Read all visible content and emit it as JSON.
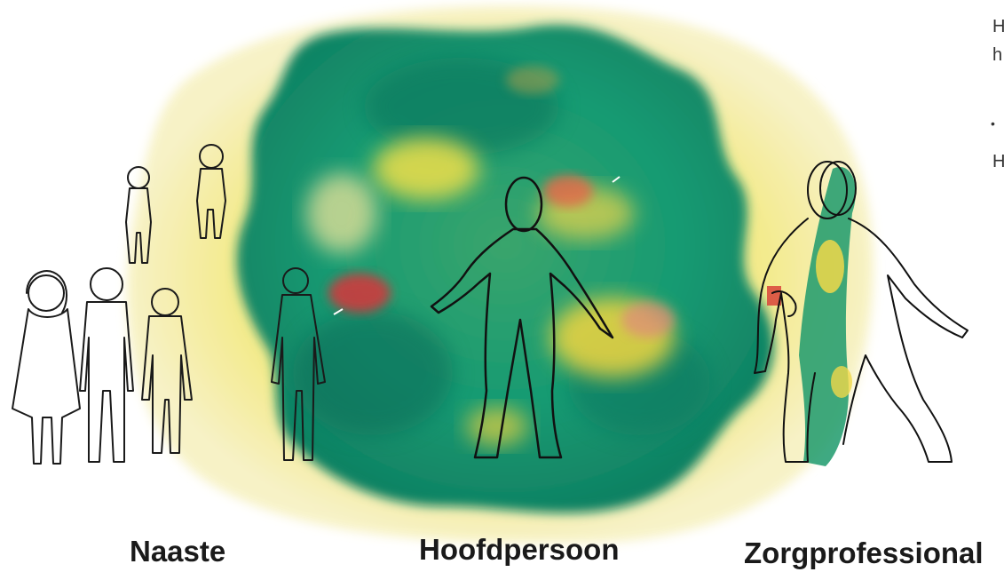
{
  "labels": {
    "naaste": "Naaste",
    "hoofdpersoon": "Hoofdpersoon",
    "zorgprofessional": "Zorgprofessional"
  },
  "edge_text": [
    "H",
    "h",
    "•",
    "H"
  ],
  "colors": {
    "yellow_wash": "#f4ea8a",
    "green_blot": "#1f9a6a",
    "teal_dark": "#0e6f5a",
    "accent_red": "#d9433a",
    "accent_yellow": "#f3d634",
    "line": "#111111"
  },
  "figures": {
    "naaste_group": [
      "adult-woman-icon",
      "adult-man-icon",
      "child-icon",
      "small-child-icon",
      "small-child-icon",
      "child-icon"
    ],
    "hoofdpersoon": "standing-person-icon",
    "zorgprofessional": "walking-person-icon"
  }
}
